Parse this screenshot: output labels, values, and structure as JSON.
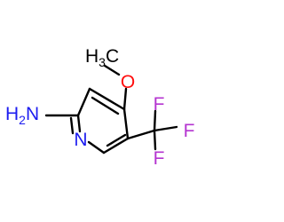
{
  "colors": {
    "bond": "#000000",
    "carbon_label": "#000000",
    "oxygen": "#ff0d0d",
    "nitrogen": "#1c1cf0",
    "fluorine": "#b434d0"
  },
  "atoms": {
    "methyl": {
      "main": "H",
      "sub": "3",
      "tail": "C"
    },
    "oxygen": "O",
    "amine": {
      "main": "H",
      "sub": "2",
      "tail": "N"
    },
    "ring_nitrogen": "N",
    "fluorine_top": "F",
    "fluorine_right": "F",
    "fluorine_bottom": "F"
  }
}
